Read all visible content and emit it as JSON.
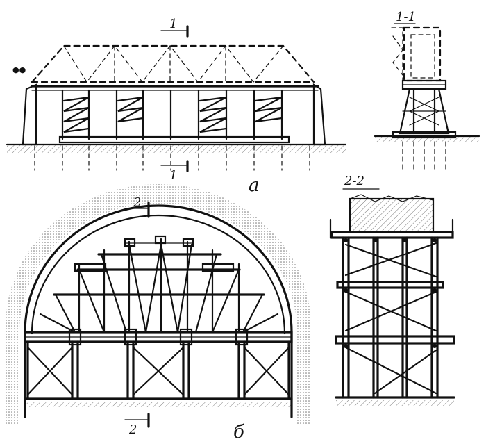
{
  "labels": {
    "section_1_top": "1",
    "section_1_bottom": "1",
    "section_1_1": "1-1",
    "fig_a": "а",
    "section_2_top": "2",
    "section_2_bottom": "2",
    "section_2_2": "2-2",
    "fig_b": "б"
  },
  "colors": {
    "ink": "#111111",
    "paper": "#ffffff"
  }
}
